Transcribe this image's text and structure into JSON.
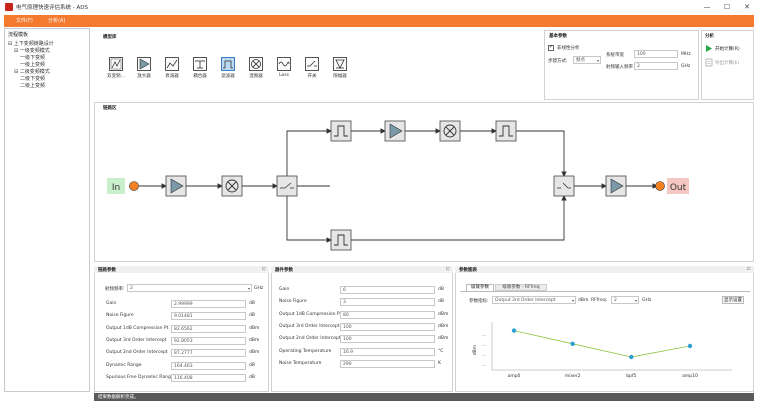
{
  "window": {
    "title": "电气原理快速评估系统 - ADS",
    "minimize": "—",
    "maximize": "☐",
    "close": "✕"
  },
  "menu": {
    "file": "文件(F)",
    "analyze": "分析(A)"
  },
  "left_panel": {
    "title": "流程模板",
    "tree": [
      {
        "label": "⊟ 上下变频链路设计",
        "level": 0
      },
      {
        "label": "⊟ 一级变频模式",
        "level": 1
      },
      {
        "label": "一级下变频",
        "level": 2
      },
      {
        "label": "一级上变频",
        "level": 2
      },
      {
        "label": "⊟ 二级变频模式",
        "level": 1
      },
      {
        "label": "二级下变频",
        "level": 2
      },
      {
        "label": "二级上变频",
        "level": 2
      }
    ]
  },
  "model_library": {
    "title": "模型库",
    "items": [
      {
        "label": "双变频...",
        "icon": "dual-conversion-icon"
      },
      {
        "label": "放大器",
        "icon": "amplifier-icon"
      },
      {
        "label": "衰减器",
        "icon": "attenuator-icon"
      },
      {
        "label": "耦合器",
        "icon": "coupler-icon"
      },
      {
        "label": "滤波器",
        "icon": "filter-icon"
      },
      {
        "label": "混频器",
        "icon": "mixer-icon"
      },
      {
        "label": "Loss",
        "icon": "loss-icon"
      },
      {
        "label": "开关",
        "icon": "switch-icon"
      },
      {
        "label": "限幅器",
        "icon": "limiter-icon"
      }
    ]
  },
  "basic_params": {
    "title": "基本参数",
    "nonlinear_label": "非线性分析",
    "nonlinear_checked": true,
    "sweep_label": "步骤方式:",
    "sweep_value": "频点",
    "bandwidth_label": "系统带宽",
    "bandwidth_value": "100",
    "bandwidth_unit": "MHz",
    "input_freq_label": "射频输入频率",
    "input_freq_value": "2",
    "input_freq_unit": "GHz"
  },
  "analysis": {
    "title": "分析",
    "run_label": "开始计算(R)",
    "export_label": "导出计算(E)"
  },
  "link_area": {
    "title": "链路区",
    "in_label": "In",
    "out_label": "Out"
  },
  "link_params": {
    "title": "链路参数",
    "freq_label": "射频频率:",
    "freq_value": "2",
    "freq_unit": "GHz",
    "rows": [
      {
        "label": "Gain",
        "value": "2.99999",
        "unit": "dB"
      },
      {
        "label": "Noise Figure",
        "value": "9.01481",
        "unit": "dB"
      },
      {
        "label": "Output 1dB Compression Pt",
        "value": "82.6562",
        "unit": "dBm"
      },
      {
        "label": "Output 3rd Order Intercept",
        "value": "92.8053",
        "unit": "dBm"
      },
      {
        "label": "Output 2nd Order Intercept",
        "value": "87.2777",
        "unit": "dBm"
      },
      {
        "label": "Dynamic Range",
        "value": "164.463",
        "unit": "dB"
      },
      {
        "label": "Spurious Free Dynamic Range",
        "value": "116.408",
        "unit": "dB"
      }
    ]
  },
  "device_params": {
    "title": "器件参数",
    "rows": [
      {
        "label": "Gain",
        "value": "6",
        "unit": "dB"
      },
      {
        "label": "Noise Figure",
        "value": "3",
        "unit": "dB"
      },
      {
        "label": "Output 1dB Compression Pt",
        "value": "80",
        "unit": "dBm"
      },
      {
        "label": "Output 3rd Order Intercept",
        "value": "100",
        "unit": "dBm"
      },
      {
        "label": "Output 2nd Order Intercept",
        "value": "100",
        "unit": "dBm"
      },
      {
        "label": "Operating Temperature",
        "value": "16.9",
        "unit": "°C"
      },
      {
        "label": "Noise Temperature",
        "value": "290",
        "unit": "K"
      }
    ]
  },
  "param_chart": {
    "title": "参数图表",
    "tabs": [
      "级联参数",
      "级联参数 - RFfreq"
    ],
    "metric_label": "参数指标:",
    "metric_value": "Output 3rd Order Intercept",
    "metric_unit": "dBm",
    "rffreq_label": "RFfreq:",
    "rffreq_value": "2",
    "rffreq_unit": "GHz",
    "settings_button": "显示设置",
    "ylabel": "dBm",
    "line_color": "#8cc63f",
    "point_color": "#2e9fd0"
  },
  "chart_data": {
    "type": "line",
    "categories": [
      "amp0",
      "mixer2",
      "bpf5",
      "amp10"
    ],
    "values": [
      0.85,
      0.55,
      0.25,
      0.5
    ],
    "ylim": [
      0,
      1
    ],
    "ytick_labels": [
      "...",
      "...",
      "...",
      "..."
    ],
    "grid": false
  },
  "status": {
    "text": "结果数据解析完成。"
  },
  "colors": {
    "accent": "#f47a2f",
    "in_bg": "#c9efcc",
    "out_bg": "#f4c7c3",
    "port": "#f58220"
  }
}
